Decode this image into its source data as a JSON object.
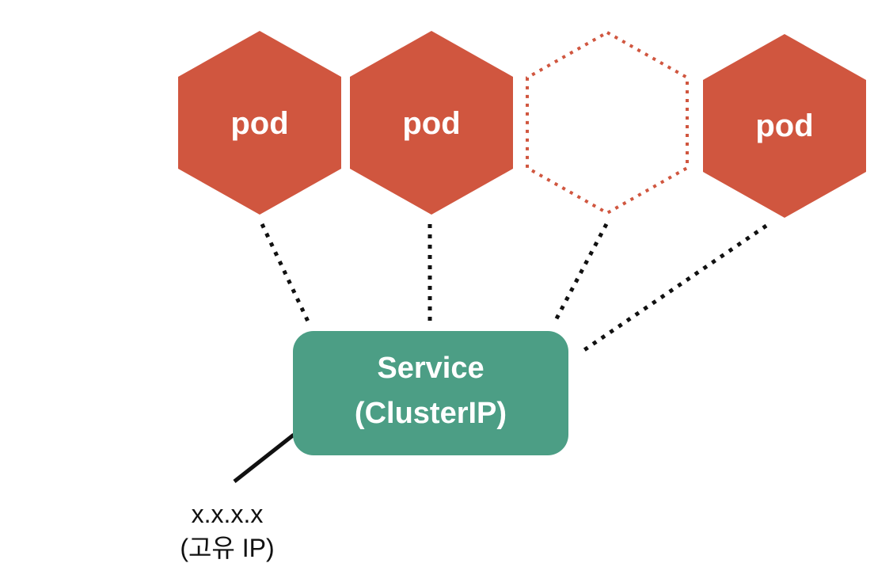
{
  "diagram": {
    "title": "service-clusterip-diagram",
    "pods": [
      {
        "label": "pod",
        "style": "solid"
      },
      {
        "label": "pod",
        "style": "solid"
      },
      {
        "label": "",
        "style": "dotted-outline"
      },
      {
        "label": "pod",
        "style": "solid"
      }
    ],
    "service": {
      "line1": "Service",
      "line2": "(ClusterIP)"
    },
    "ip_label": {
      "line1": "x.x.x.x",
      "line2": "(고유 IP)"
    },
    "colors": {
      "pod_fill": "#D0563F",
      "pod_outline": "#D0563F",
      "pod_text": "#FFFFFF",
      "service_fill": "#4C9E85",
      "service_text": "#FFFFFF",
      "connector": "#111111",
      "ip_text": "#111111"
    }
  }
}
